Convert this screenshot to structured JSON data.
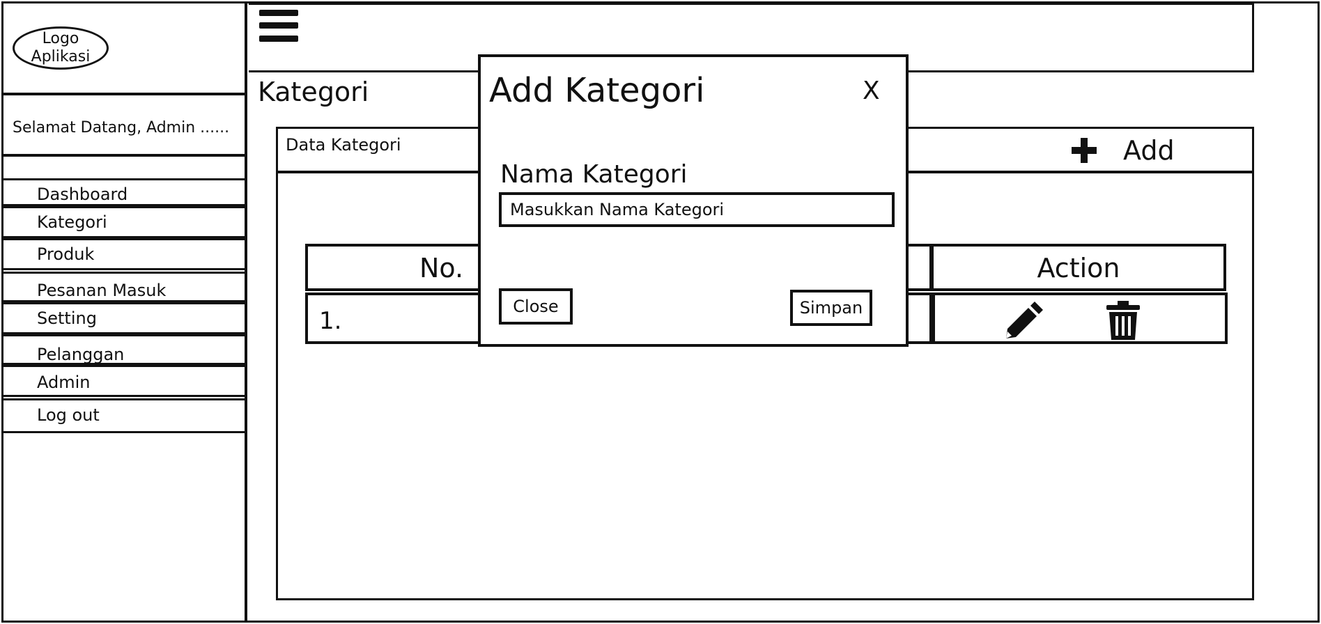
{
  "logo": {
    "line1": "Logo",
    "line2": "Aplikasi"
  },
  "welcome_text": "Selamat Datang, Admin ......",
  "sidebar": {
    "items": [
      {
        "label": "Dashboard"
      },
      {
        "label": "Kategori"
      },
      {
        "label": "Produk"
      },
      {
        "label": "Pesanan Masuk"
      },
      {
        "label": "Setting"
      },
      {
        "label": "Pelanggan"
      },
      {
        "label": "Admin"
      },
      {
        "label": "Log out"
      }
    ]
  },
  "page": {
    "title": "Kategori"
  },
  "panel": {
    "title": "Data Kategori",
    "add_label": "Add"
  },
  "table": {
    "headers": {
      "no": "No.",
      "action": "Action"
    },
    "rows": [
      {
        "no": "1."
      }
    ]
  },
  "icons": {
    "menu": "hamburger-icon",
    "add": "plus-icon",
    "edit": "pencil-icon",
    "delete": "trash-icon"
  },
  "modal": {
    "title": "Add Kategori",
    "close_x": "X",
    "field_label": "Nama Kategori",
    "field_placeholder": "Masukkan Nama Kategori",
    "close_button": "Close",
    "save_button": "Simpan"
  }
}
